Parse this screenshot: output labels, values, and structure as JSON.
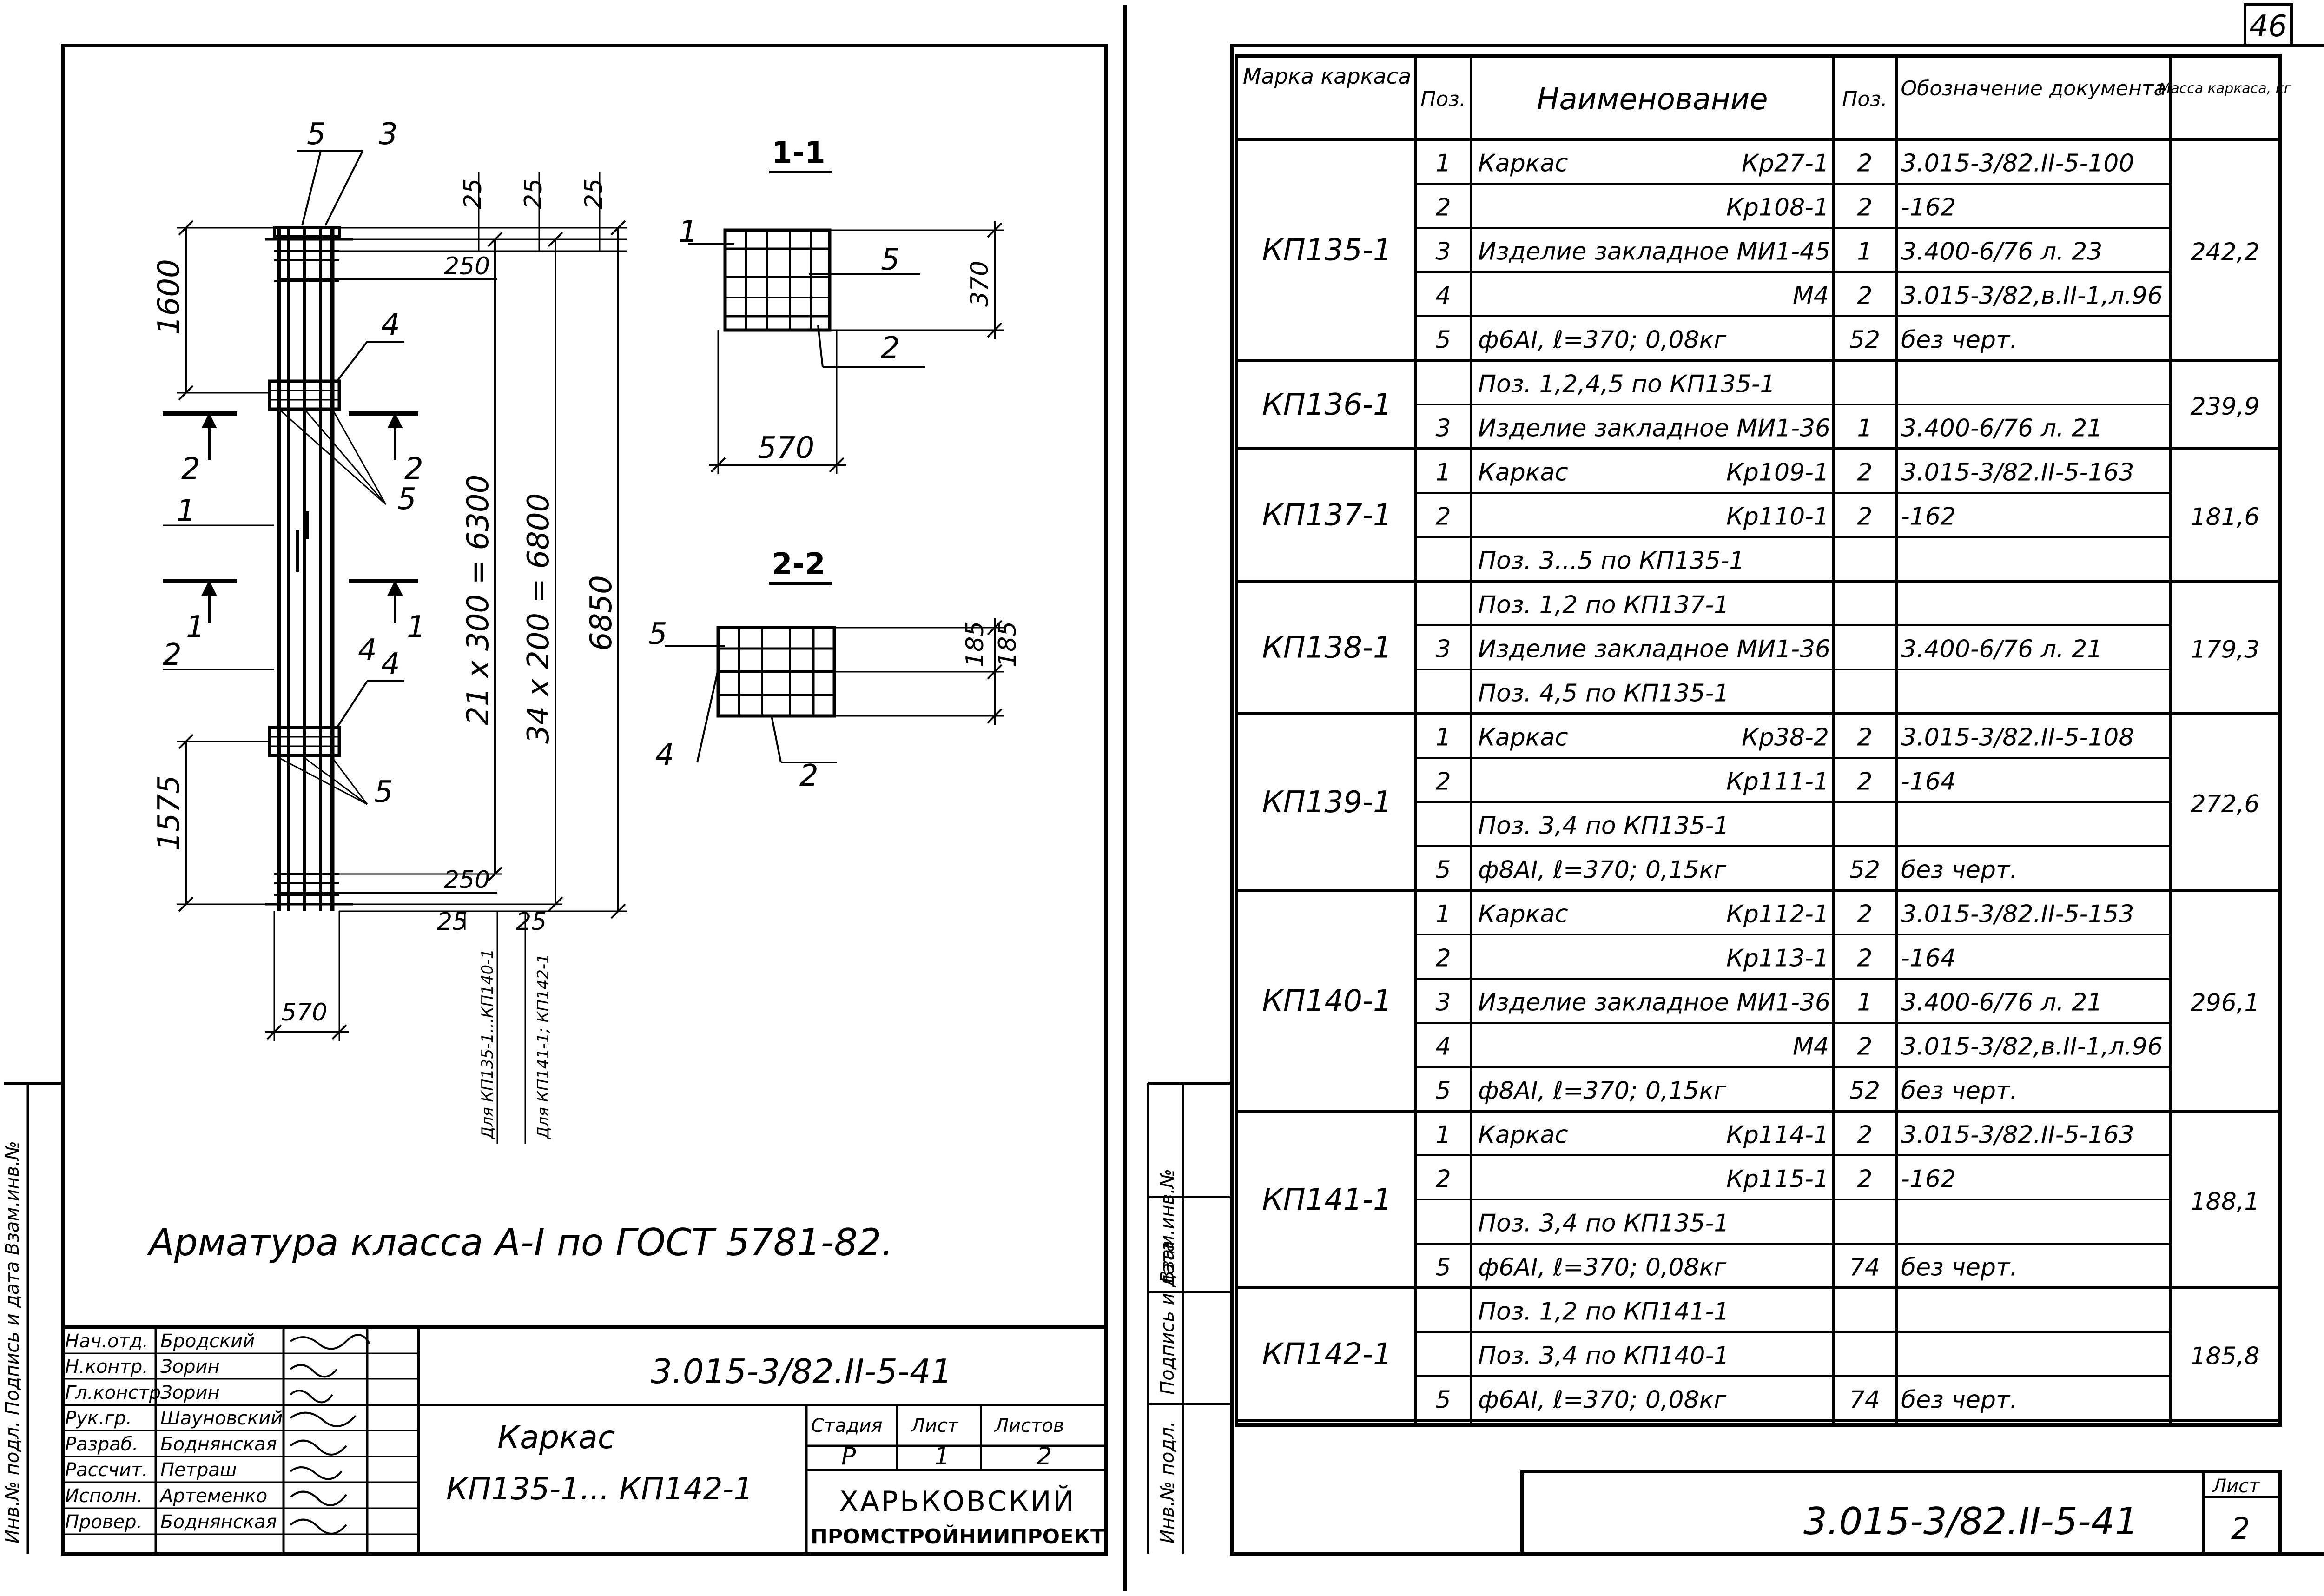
{
  "page_number": "46",
  "drawing": {
    "section_1": "1-1",
    "section_2": "2-2",
    "marks": {
      "m5": "5",
      "m3": "3",
      "m4": "4",
      "m1": "1",
      "m2": "2",
      "d25": "25",
      "d250": "250",
      "d370": "370",
      "d570": "570",
      "d185": "185",
      "d1600": "1600",
      "d1575": "1575",
      "d6850": "6850",
      "d6300": "21 x 300 = 6300",
      "d6800": "34 x 200 = 6800",
      "note_a": "Для КП135-1...КП140-1",
      "note_b": "Для КП141-1; КП142-1"
    },
    "note": "Арматура класса А-I по ГОСТ 5781-82."
  },
  "title_block": {
    "doc_code": "3.015-3/82.II-5-41",
    "title": "Каркас",
    "subtitle": "КП135-1... КП142-1",
    "org_line1": "ХАРЬКОВСКИЙ",
    "org_line2": "ПРОМСТРОЙНИИПРОЕКТ",
    "stage_h": "Стадия",
    "sheet_h": "Лист",
    "sheets_h": "Листов",
    "stage": "Р",
    "sheet": "1",
    "sheets": "2",
    "staff": [
      {
        "role": "Нач.отд.",
        "name": "Бродский"
      },
      {
        "role": "Н.контр.",
        "name": "Зорин"
      },
      {
        "role": "Гл.констр.",
        "name": "Зорин"
      },
      {
        "role": "Рук.гр.",
        "name": "Шауновский"
      },
      {
        "role": "Разраб.",
        "name": "Боднянская"
      },
      {
        "role": "Рассчит.",
        "name": "Петраш"
      },
      {
        "role": "Исполн.",
        "name": "Артеменко"
      },
      {
        "role": "Провер.",
        "name": "Боднянская"
      }
    ]
  },
  "spec": {
    "headers": {
      "mark": "Марка каркаса",
      "pos": "Поз.",
      "name": "Наименование",
      "qty": "Поз.",
      "doc": "Обозначение документа",
      "mass": "Масса каркаса, кг"
    },
    "groups": [
      {
        "mark": "КП135-1",
        "mass": "242,2",
        "rows": [
          {
            "pos": "1",
            "name": "Каркас",
            "name_r": "Кр27-1",
            "qty": "2",
            "doc": "3.015-3/82.II-5-100"
          },
          {
            "pos": "2",
            "name": "",
            "name_r": "Кр108-1",
            "qty": "2",
            "doc": "-162"
          },
          {
            "pos": "3",
            "name": "Изделие закладное МИ1-45",
            "name_r": "",
            "qty": "1",
            "doc": "3.400-6/76 л. 23"
          },
          {
            "pos": "4",
            "name": "",
            "name_r": "М4",
            "qty": "2",
            "doc": "3.015-3/82,в.II-1,л.96"
          },
          {
            "pos": "5",
            "name": "ф6АI, ℓ=370; 0,08кг",
            "name_r": "",
            "qty": "52",
            "doc": "без черт."
          }
        ]
      },
      {
        "mark": "КП136-1",
        "mass": "239,9",
        "rows": [
          {
            "pos": "",
            "name": "Поз. 1,2,4,5 по КП135-1",
            "name_r": "",
            "qty": "",
            "doc": ""
          },
          {
            "pos": "3",
            "name": "Изделие закладное МИ1-36",
            "name_r": "",
            "qty": "1",
            "doc": "3.400-6/76 л. 21"
          }
        ]
      },
      {
        "mark": "КП137-1",
        "mass": "181,6",
        "rows": [
          {
            "pos": "1",
            "name": "Каркас",
            "name_r": "Кр109-1",
            "qty": "2",
            "doc": "3.015-3/82.II-5-163"
          },
          {
            "pos": "2",
            "name": "",
            "name_r": "Кр110-1",
            "qty": "2",
            "doc": "-162"
          },
          {
            "pos": "",
            "name": "Поз. 3...5 по КП135-1",
            "name_r": "",
            "qty": "",
            "doc": ""
          }
        ]
      },
      {
        "mark": "КП138-1",
        "mass": "179,3",
        "rows": [
          {
            "pos": "",
            "name": "Поз. 1,2 по КП137-1",
            "name_r": "",
            "qty": "",
            "doc": ""
          },
          {
            "pos": "3",
            "name": "Изделие закладное МИ1-36",
            "name_r": "",
            "qty": "",
            "doc": "3.400-6/76 л. 21"
          },
          {
            "pos": "",
            "name": "Поз. 4,5 по КП135-1",
            "name_r": "",
            "qty": "",
            "doc": ""
          }
        ]
      },
      {
        "mark": "КП139-1",
        "mass": "272,6",
        "rows": [
          {
            "pos": "1",
            "name": "Каркас",
            "name_r": "Кр38-2",
            "qty": "2",
            "doc": "3.015-3/82.II-5-108"
          },
          {
            "pos": "2",
            "name": "",
            "name_r": "Кр111-1",
            "qty": "2",
            "doc": "-164"
          },
          {
            "pos": "",
            "name": "Поз. 3,4 по КП135-1",
            "name_r": "",
            "qty": "",
            "doc": ""
          },
          {
            "pos": "5",
            "name": "ф8АI, ℓ=370; 0,15кг",
            "name_r": "",
            "qty": "52",
            "doc": "без черт."
          }
        ]
      },
      {
        "mark": "КП140-1",
        "mass": "296,1",
        "rows": [
          {
            "pos": "1",
            "name": "Каркас",
            "name_r": "Кр112-1",
            "qty": "2",
            "doc": "3.015-3/82.II-5-153"
          },
          {
            "pos": "2",
            "name": "",
            "name_r": "Кр113-1",
            "qty": "2",
            "doc": "-164"
          },
          {
            "pos": "3",
            "name": "Изделие закладное МИ1-36",
            "name_r": "",
            "qty": "1",
            "doc": "3.400-6/76 л. 21"
          },
          {
            "pos": "4",
            "name": "",
            "name_r": "М4",
            "qty": "2",
            "doc": "3.015-3/82,в.II-1,л.96"
          },
          {
            "pos": "5",
            "name": "ф8АI, ℓ=370; 0,15кг",
            "name_r": "",
            "qty": "52",
            "doc": "без черт."
          }
        ]
      },
      {
        "mark": "КП141-1",
        "mass": "188,1",
        "rows": [
          {
            "pos": "1",
            "name": "Каркас",
            "name_r": "Кр114-1",
            "qty": "2",
            "doc": "3.015-3/82.II-5-163"
          },
          {
            "pos": "2",
            "name": "",
            "name_r": "Кр115-1",
            "qty": "2",
            "doc": "-162"
          },
          {
            "pos": "",
            "name": "Поз. 3,4 по КП135-1",
            "name_r": "",
            "qty": "",
            "doc": ""
          },
          {
            "pos": "5",
            "name": "ф6АI, ℓ=370; 0,08кг",
            "name_r": "",
            "qty": "74",
            "doc": "без черт."
          }
        ]
      },
      {
        "mark": "КП142-1",
        "mass": "185,8",
        "rows": [
          {
            "pos": "",
            "name": "Поз. 1,2 по КП141-1",
            "name_r": "",
            "qty": "",
            "doc": ""
          },
          {
            "pos": "",
            "name": "Поз. 3,4 по КП140-1",
            "name_r": "",
            "qty": "",
            "doc": ""
          },
          {
            "pos": "5",
            "name": "ф6АI, ℓ=370; 0,08кг",
            "name_r": "",
            "qty": "74",
            "doc": "без черт."
          }
        ]
      }
    ]
  },
  "side_labels": {
    "inv": "Инв.№ подл.",
    "sign": "Подпись и дата",
    "replace": "Взам.инв.№",
    "left_margin": "Инв.№ подл. Подпись и дата Взам.инв.№"
  },
  "footer": {
    "doc_code": "3.015-3/82.II-5-41",
    "sheet_label": "Лист",
    "sheet": "2"
  }
}
